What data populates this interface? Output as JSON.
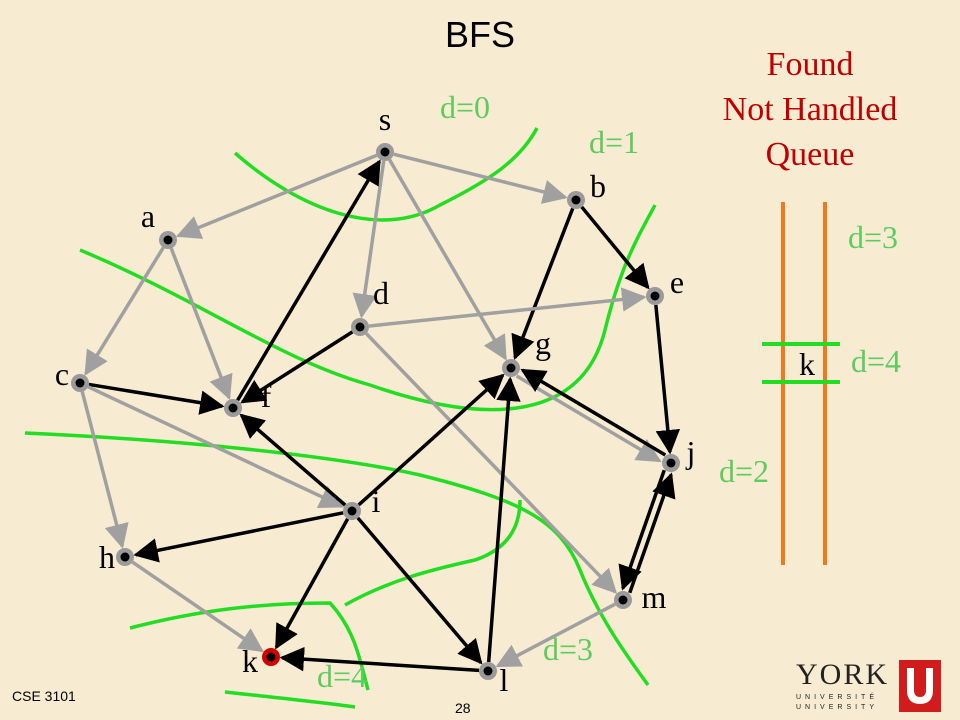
{
  "title": "BFS",
  "legend": {
    "line1": "Found",
    "line2": "Not Handled",
    "line3": "Queue"
  },
  "footer": {
    "course": "CSE 3101",
    "page": "28"
  },
  "logo": {
    "word": "YORK",
    "sub1": "UNIVERSITÉ",
    "sub2": "UNIVERSITY"
  },
  "colors": {
    "background": "#f7ecd2",
    "gray_edge": "#a0a0a0",
    "black_edge": "#000000",
    "frontier": "#22dd22",
    "frontier_text": "#5dcb5d",
    "queue_wall": "#f07820",
    "legend_text": "#c00000",
    "highlight_node": "#d40000"
  },
  "nodes": [
    {
      "id": "s",
      "label": "s"
    },
    {
      "id": "a",
      "label": "a"
    },
    {
      "id": "b",
      "label": "b"
    },
    {
      "id": "c",
      "label": "c"
    },
    {
      "id": "d",
      "label": "d"
    },
    {
      "id": "e",
      "label": "e"
    },
    {
      "id": "f",
      "label": "f"
    },
    {
      "id": "g",
      "label": "g"
    },
    {
      "id": "h",
      "label": "h"
    },
    {
      "id": "i",
      "label": "i"
    },
    {
      "id": "j",
      "label": "j"
    },
    {
      "id": "k",
      "label": "k",
      "highlight": true
    },
    {
      "id": "l",
      "label": "l"
    },
    {
      "id": "m",
      "label": "m"
    }
  ],
  "edges": [
    {
      "from": "s",
      "to": "a",
      "style": "gray"
    },
    {
      "from": "s",
      "to": "b",
      "style": "gray"
    },
    {
      "from": "s",
      "to": "d",
      "style": "gray"
    },
    {
      "from": "s",
      "to": "g",
      "style": "gray"
    },
    {
      "from": "a",
      "to": "c",
      "style": "gray"
    },
    {
      "from": "a",
      "to": "f",
      "style": "gray"
    },
    {
      "from": "b",
      "to": "e",
      "style": "black"
    },
    {
      "from": "b",
      "to": "g",
      "style": "black"
    },
    {
      "from": "d",
      "to": "e",
      "style": "gray"
    },
    {
      "from": "d",
      "to": "f",
      "style": "black"
    },
    {
      "from": "d",
      "to": "m",
      "style": "gray"
    },
    {
      "from": "f",
      "to": "s",
      "style": "black"
    },
    {
      "from": "c",
      "to": "f",
      "style": "black"
    },
    {
      "from": "c",
      "to": "i",
      "style": "gray"
    },
    {
      "from": "c",
      "to": "h",
      "style": "gray"
    },
    {
      "from": "e",
      "to": "j",
      "style": "black"
    },
    {
      "from": "g",
      "to": "j",
      "style": "gray"
    },
    {
      "from": "j",
      "to": "g",
      "style": "black"
    },
    {
      "from": "j",
      "to": "m",
      "style": "black"
    },
    {
      "from": "m",
      "to": "j",
      "style": "black"
    },
    {
      "from": "i",
      "to": "f",
      "style": "black"
    },
    {
      "from": "i",
      "to": "h",
      "style": "black"
    },
    {
      "from": "i",
      "to": "g",
      "style": "black"
    },
    {
      "from": "i",
      "to": "k",
      "style": "black"
    },
    {
      "from": "i",
      "to": "l",
      "style": "black"
    },
    {
      "from": "l",
      "to": "g",
      "style": "black"
    },
    {
      "from": "l",
      "to": "k",
      "style": "black"
    },
    {
      "from": "h",
      "to": "k",
      "style": "gray"
    },
    {
      "from": "m",
      "to": "l",
      "style": "gray"
    }
  ],
  "frontiers": [
    {
      "id": "d0",
      "label": "d=0"
    },
    {
      "id": "d1",
      "label": "d=1"
    },
    {
      "id": "d2",
      "label": "d=2"
    },
    {
      "id": "d3",
      "label": "d=3"
    },
    {
      "id": "d4",
      "label": "d=4"
    }
  ],
  "queue": {
    "top_label": "d=3",
    "slot_label": "d=4",
    "items": [
      "k"
    ]
  }
}
